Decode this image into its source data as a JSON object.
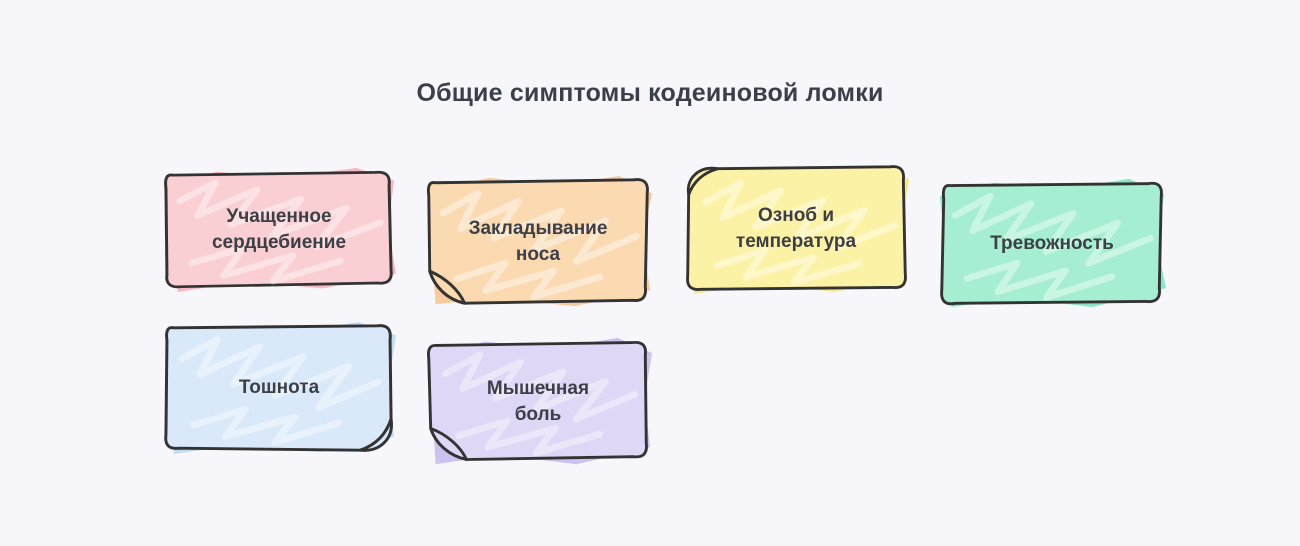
{
  "page": {
    "title": "Общие симптомы кодеиновой ломки",
    "background": "#f7f7fb",
    "title_color": "#3b3f4a",
    "outline_color": "#333333"
  },
  "cards": [
    {
      "label": "Учащенное сердцебиение",
      "fill": "#f9cfd3",
      "accent": "#f6aeb8"
    },
    {
      "label": "Закладывание носа",
      "fill": "#fbdab2",
      "accent": "#f8c188"
    },
    {
      "label": "Озноб и температура",
      "fill": "#fcf2a5",
      "accent": "#f6e672"
    },
    {
      "label": "Тревожность",
      "fill": "#a5eed1",
      "accent": "#77e3ba"
    },
    {
      "label": "Тошнота",
      "fill": "#d9e9fa",
      "accent": "#b7d6f3"
    },
    {
      "label": "Мышечная боль",
      "fill": "#ded8f6",
      "accent": "#c4b9ec"
    }
  ]
}
